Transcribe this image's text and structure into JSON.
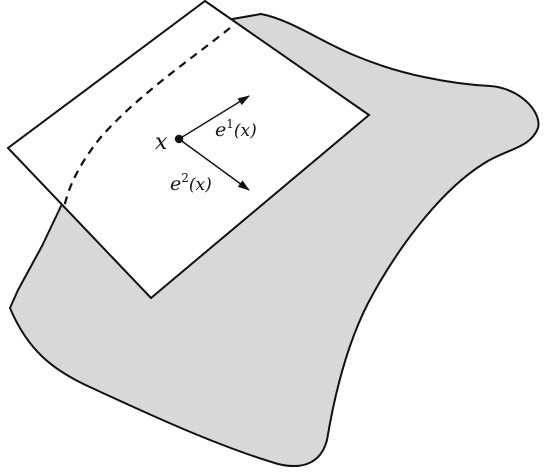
{
  "diagram": {
    "point_label": "x",
    "vector1": {
      "base": "e",
      "superscript": "1",
      "argument": "(x)"
    },
    "vector2": {
      "base": "e",
      "superscript": "2",
      "argument": "(x)"
    },
    "colors": {
      "surface_fill": "#d8d8d8",
      "plane_fill": "#ffffff",
      "stroke": "#111111"
    }
  }
}
